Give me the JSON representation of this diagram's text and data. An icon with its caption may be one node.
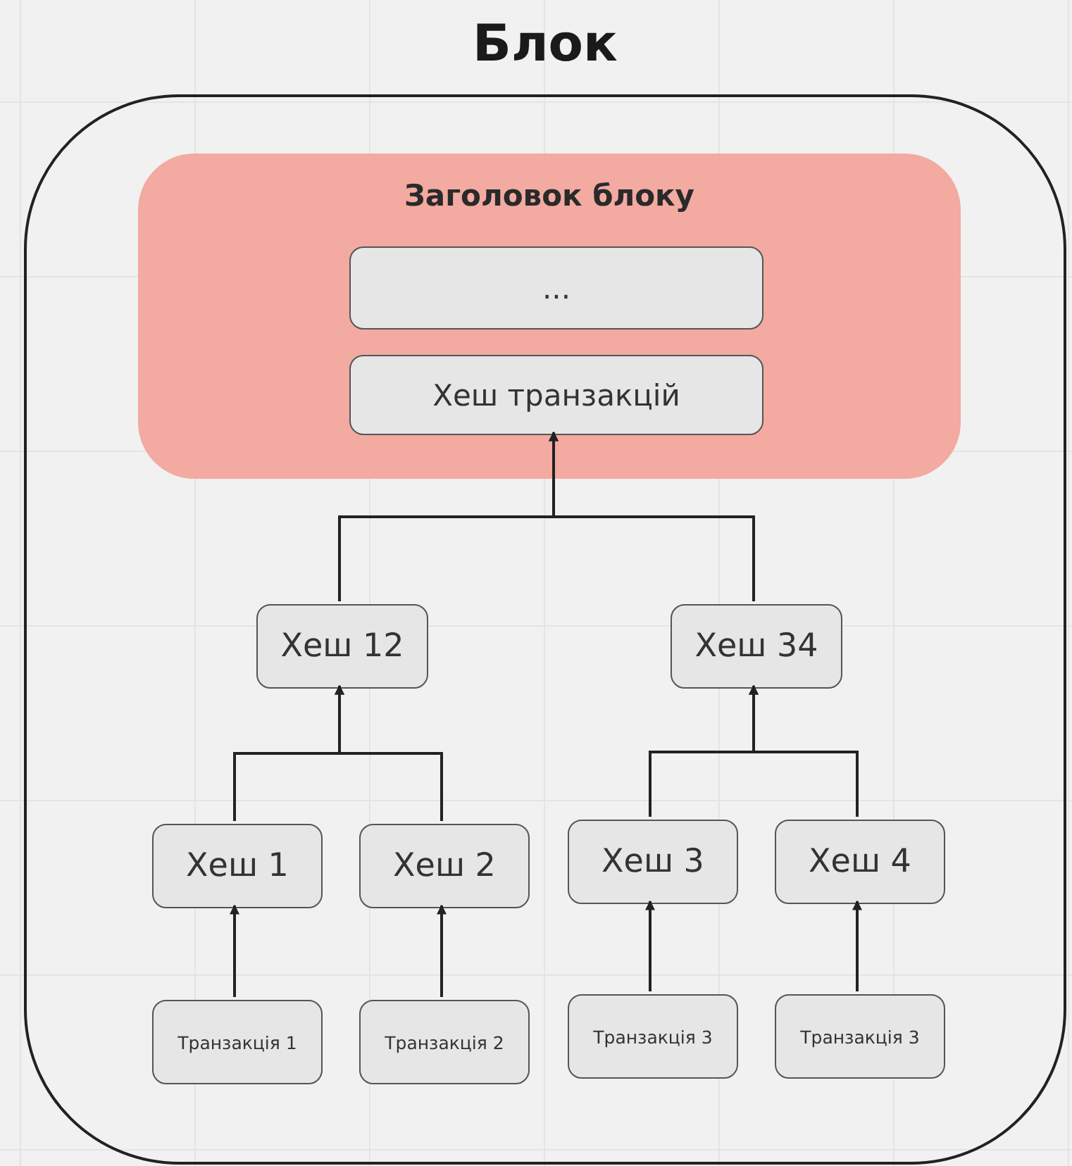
{
  "diagram": {
    "nodes": [
      {
        "text": [
          "Блок"
        ]
      },
      {
        "text": [
          "Заголовок блоку"
        ],
        "in": 0
      },
      {
        "text": [
          "..."
        ],
        "in": 1
      },
      {
        "text": [
          "Хеш транзакцій"
        ],
        "in": 1
      },
      {
        "text": [
          "Хеш 12"
        ],
        "in": 0
      },
      {
        "text": [
          "Хеш 34"
        ],
        "in": 0
      },
      {
        "text": [
          "Хеш 1"
        ],
        "in": 0
      },
      {
        "text": [
          "Хеш 2"
        ],
        "in": 0
      },
      {
        "text": [
          "Хеш 3"
        ],
        "in": 0
      },
      {
        "text": [
          "Хеш 4"
        ],
        "in": 0
      },
      {
        "text": [
          "Транзакція 1"
        ],
        "in": 0
      },
      {
        "text": [
          "Транзакція 2"
        ],
        "in": 0
      },
      {
        "text": [
          "Транзакція 3"
        ],
        "in": 0
      },
      {
        "text": [
          "Транзакція 3"
        ],
        "in": 0
      }
    ],
    "edges": [
      {
        "from": 4,
        "to": 3,
        "arrow": "to"
      },
      {
        "from": 5,
        "to": 3,
        "arrow": "to"
      },
      {
        "from": 6,
        "to": 4,
        "arrow": "to"
      },
      {
        "from": 7,
        "to": 4,
        "arrow": "to"
      },
      {
        "from": 8,
        "to": 5,
        "arrow": "to"
      },
      {
        "from": 9,
        "to": 5,
        "arrow": "to"
      },
      {
        "from": 10,
        "to": 6,
        "arrow": "to"
      },
      {
        "from": 11,
        "to": 7,
        "arrow": "to"
      },
      {
        "from": 12,
        "to": 8,
        "arrow": "to"
      },
      {
        "from": 13,
        "to": 9,
        "arrow": "to"
      }
    ]
  }
}
